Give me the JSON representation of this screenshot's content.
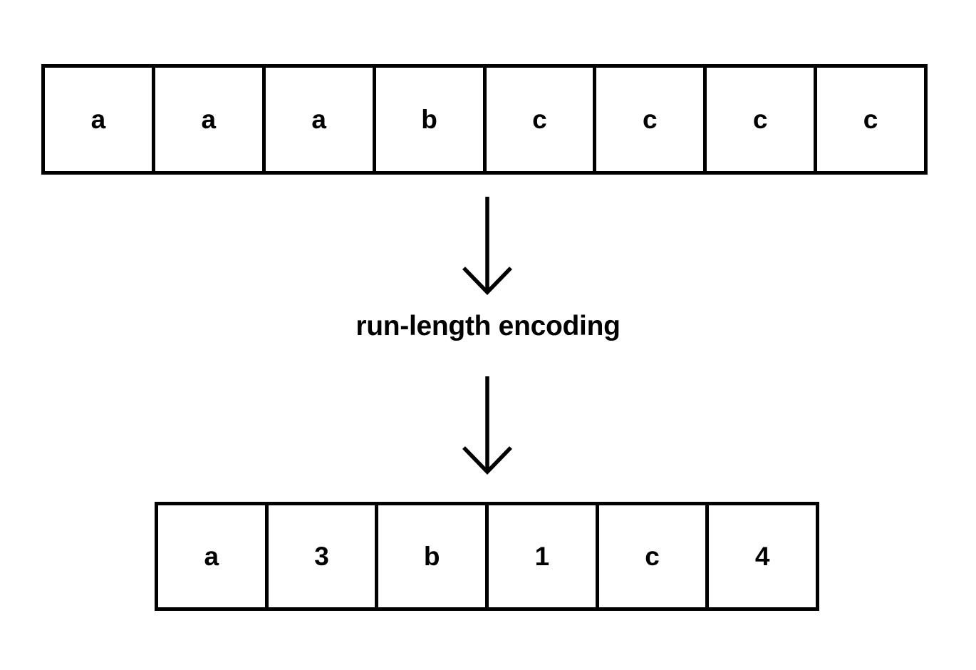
{
  "diagram": {
    "title": "run-length encoding",
    "stroke_color": "#000000",
    "background_color": "#ffffff",
    "text_color": "#000000",
    "process_label": "run-length encoding",
    "input_row": {
      "name": "uncompressed-sequence",
      "cells": [
        {
          "value": "a"
        },
        {
          "value": "a"
        },
        {
          "value": "a"
        },
        {
          "value": "b"
        },
        {
          "value": "c"
        },
        {
          "value": "c"
        },
        {
          "value": "c"
        },
        {
          "value": "c"
        }
      ]
    },
    "output_row": {
      "name": "encoded-sequence",
      "cells": [
        {
          "value": "a"
        },
        {
          "value": "3"
        },
        {
          "value": "b"
        },
        {
          "value": "1"
        },
        {
          "value": "c"
        },
        {
          "value": "4"
        }
      ]
    },
    "arrows": [
      {
        "name": "arrow-down-top",
        "icon": "arrow-down-icon",
        "direction": "down"
      },
      {
        "name": "arrow-down-bottom",
        "icon": "arrow-down-icon",
        "direction": "down"
      }
    ]
  }
}
